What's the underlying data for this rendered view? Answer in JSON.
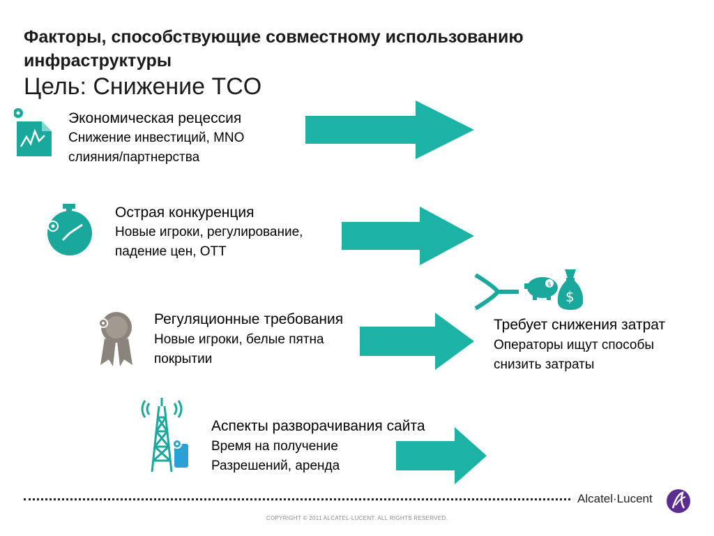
{
  "slide": {
    "title": "Факторы, способствующие совместному использованию инфраструктуры",
    "subtitle": "Цель: Снижение TCO"
  },
  "factors": [
    {
      "heading": "Экономическая рецессия",
      "lines": [
        "Снижение инвестиций, MNO",
        "слияния/партнерства"
      ],
      "icon": "document-chart-icon"
    },
    {
      "heading": "Острая конкуренция",
      "lines": [
        "Новые игроки, регулирование,",
        "падение цен, OTT"
      ],
      "icon": "stopwatch-icon"
    },
    {
      "heading": "Регуляционные требования",
      "lines": [
        "Новые игроки, белые пятна",
        "покрытии"
      ],
      "icon": "award-ribbon-icon"
    },
    {
      "heading": "Аспекты разворачивания сайта",
      "lines": [
        "Время на получение",
        "Разрешений, аренда"
      ],
      "icon": "cell-tower-icon"
    }
  ],
  "result": {
    "heading": "Требует снижения затрат",
    "lines": [
      "Операторы ищут способы",
      "снизить затраты"
    ],
    "icons": [
      "funnel-icon",
      "piggy-bank-icon",
      "money-bag-icon"
    ]
  },
  "footer": {
    "brand": "Alcatel·Lucent",
    "copyright": "COPYRIGHT © 2011 ALCATEL-LUCENT.  ALL RIGHTS RESERVED."
  },
  "colors": {
    "accent": "#1cb3a6",
    "icon_teal": "#1aa89c",
    "icon_grey": "#8b847c",
    "icon_blue": "#2a9fd8",
    "logo_purple": "#5b2d8e"
  }
}
